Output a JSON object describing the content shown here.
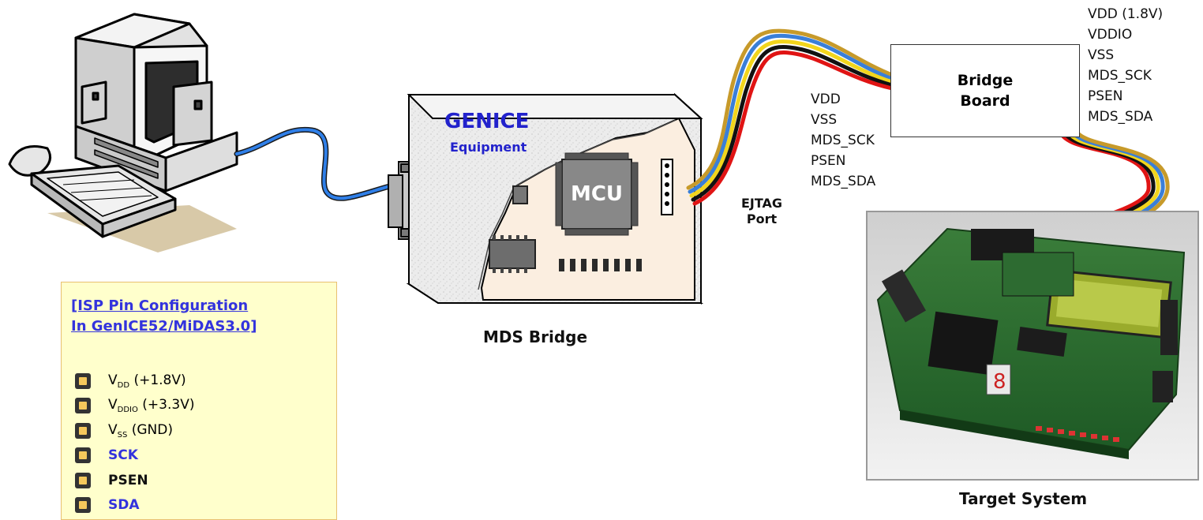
{
  "equipment": {
    "brand": "GENICE",
    "subtitle": "Equipment",
    "mcu_label": "MCU",
    "caption": "MDS Bridge"
  },
  "ejtag": {
    "line1": "EJTAG",
    "line2": "Port"
  },
  "bridge_board": {
    "line1": "Bridge",
    "line2": "Board",
    "left_signals": [
      "VDD",
      "VSS",
      "MDS_SCK",
      "PSEN",
      "MDS_SDA"
    ],
    "right_signals": [
      "VDD (1.8V)",
      "VDDIO",
      "VSS",
      "MDS_SCK",
      "PSEN",
      "MDS_SDA"
    ]
  },
  "target": {
    "caption": "Target System"
  },
  "pin_config": {
    "title_line1": "[ISP Pin Configuration",
    "title_line2": "In GenICE52/MiDAS3.0]",
    "pins": [
      {
        "main": "V",
        "sub": "DD",
        "rest": " (+1.8V)"
      },
      {
        "main": "V",
        "sub": "DDIO",
        "rest": " (+3.3V)"
      },
      {
        "main": "V",
        "sub": "SS",
        "rest": " (GND)"
      },
      {
        "main": "SCK"
      },
      {
        "main": "PSEN"
      },
      {
        "main": "SDA"
      }
    ]
  },
  "colors": {
    "link_blue": "#3333dd",
    "cable_blue": "#2f7fe8",
    "wire_gold": "#c79a2a",
    "wire_blue": "#3a7fd8",
    "wire_yellow": "#f2d51c",
    "wire_black": "#111111",
    "wire_red": "#e01414",
    "box_bg": "#ffffcc"
  }
}
